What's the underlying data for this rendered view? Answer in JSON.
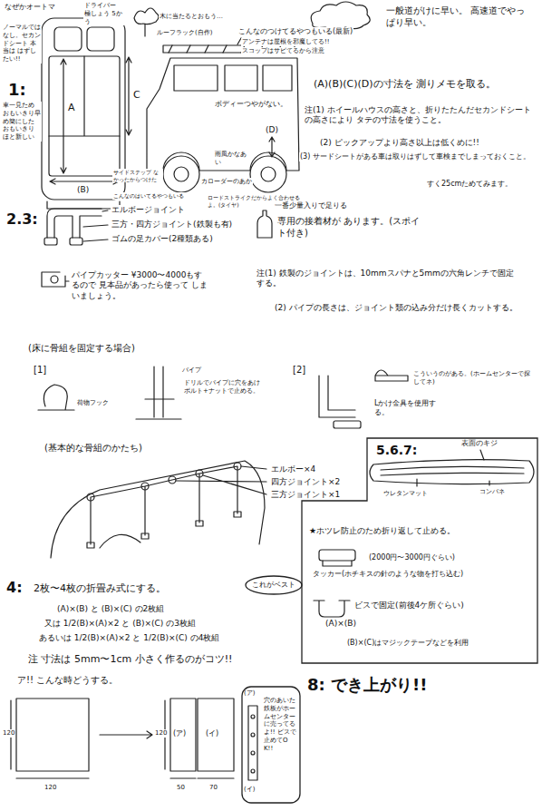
{
  "diagram": {
    "nodes": [
      {
        "text": [
          "5.6.7:",
          "表面のキジ",
          "コンパネ",
          "ウレタンマット",
          "★ホツレ防止のため折り返して止める。",
          "(2000円〜3000円ぐらい)",
          "タッカー(ホチキスの針のような物を打ち込む)",
          "ビスで固定(前後4ケ所ぐらい)",
          "(A)×(B)",
          "(B)×(C)はマジックテープなどを利用"
        ]
      },
      {
        "text": [
          "これがベスト"
        ]
      },
      {
        "text": [
          "穴のあいた鉄板がホームセンターに売ってるよ!! ビスで止めてOK!!"
        ]
      }
    ],
    "labels": [
      "なぜかオートマ",
      "ドライバー 極しょう 5かう",
      "ノーマルでは なし。セカンドシート 本当は はずしたい!!",
      "1:",
      "車一見ため おもいきり早め簡にした おもいきり ほと新しい",
      "A",
      "(B)",
      "C",
      "木に当たるとおもう…",
      "ルーフラック(自作)",
      "こんなのつけてるやつもいる(最新)",
      "アンテナは屋根を邪魔してる!!",
      "スコップはサビてるから注意",
      "一般道がけに早い。 高速道でやっぱり早い。",
      "(A)(B)(C)(D)の寸法を 測りメモを取る。",
      "注(1) ホイールハウスの高さと、折りたたんだセカンドシートの高さにより タテの寸法を使うこと。",
      "(2) ピックアップより高さ以上は低くめに!!",
      "(3) サードシートがある車は取りはずして車検までしまっておくこと。",
      "すく25cmためてみます。",
      "ボディーつやがない。",
      "(D)",
      "雨風かなあい",
      "カローダーのあか",
      "サイドステップ なかったからつけた",
      "こんなのはいてるやつもいる",
      "ロードストライクだからよく合わせるよ。(タイヤ)",
      "2.3:",
      "エルボージョイント",
      "三方・四方ジョイント(鉄製も有)",
      "ゴムの足カバー(2種類ある)",
      "一番少量入りで足りる",
      "専用の接着材が あります。(スポイト付き)",
      "パイプカッター ¥3000〜4000もするので 見本品があったら使って しまいましょう。",
      "注(1) 鉄製のジョイントは、10mmスパナと5mmの六角レンチで固定する。",
      "(2) パイプの長さは、ジョイント類の込み分だけ長くカットする。",
      "(床に骨組を固定する場合)",
      "[1]",
      "荷物フック",
      "パイプ",
      "ドリルでパイプに穴をあけ ボルト+ナットで止める。",
      "[2]",
      "こういうのがある。(ホームセンターで探してネ)",
      "Lかけ金具を使用する。",
      "(基本的な骨組のかたち)",
      "エルボー×4",
      "四方ジョイント×2",
      "三方ジョイント×1",
      "4:",
      "2枚〜4枚の折畳み式にする。",
      "(A)×(B) と (B)×(C) の2枚組",
      "又は 1/2(B)×(A)×2 と (B)×(C) の3枚組",
      "あるいは 1/2(B)×(A)×2 と 1/2(B)×(C) の4枚組",
      "注 寸法は 5mm〜1cm 小さく作るのがコツ!!",
      "ア!! こんな時どうする。",
      "120",
      "120",
      "120",
      "(ア)",
      "(イ)",
      "50",
      "70",
      "(ア)",
      "(イ)",
      "8: でき上がり!!"
    ]
  }
}
